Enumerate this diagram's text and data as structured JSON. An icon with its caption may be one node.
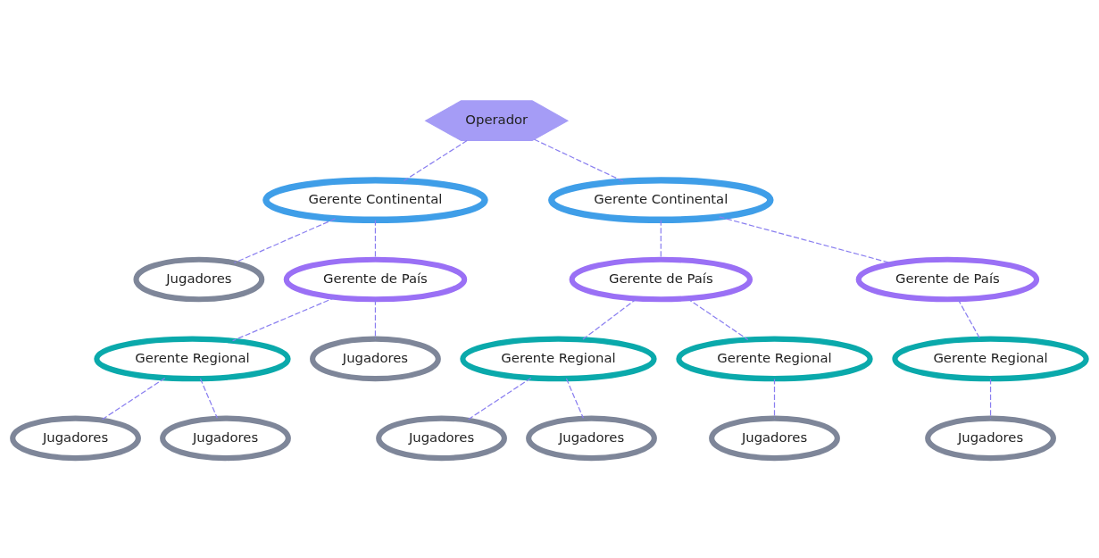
{
  "diagram": {
    "nodes": [
      {
        "text": [
          "Operador"
        ]
      },
      {
        "text": [
          "Gerente Continental"
        ]
      },
      {
        "text": [
          "Gerente Continental"
        ]
      },
      {
        "text": [
          "Jugadores"
        ]
      },
      {
        "text": [
          "Gerente de País"
        ]
      },
      {
        "text": [
          "Gerente Regional"
        ]
      },
      {
        "text": [
          "Jugadores"
        ]
      },
      {
        "text": [
          "Jugadores"
        ]
      },
      {
        "text": [
          "Jugadores"
        ]
      },
      {
        "text": [
          "Gerente de País"
        ]
      },
      {
        "text": [
          "Gerente de País"
        ]
      },
      {
        "text": [
          "Gerente Regional"
        ]
      },
      {
        "text": [
          "Gerente Regional"
        ]
      },
      {
        "text": [
          "Gerente Regional"
        ]
      },
      {
        "text": [
          "Jugadores"
        ]
      },
      {
        "text": [
          "Jugadores"
        ]
      },
      {
        "text": [
          "Jugadores"
        ]
      },
      {
        "text": [
          "Jugadores"
        ]
      }
    ],
    "edges": [
      {
        "from": 0,
        "to": 1,
        "arrow": "none",
        "style": "dashed"
      },
      {
        "from": 0,
        "to": 2,
        "arrow": "none",
        "style": "dashed"
      },
      {
        "from": 1,
        "to": 3,
        "arrow": "none",
        "style": "dashed"
      },
      {
        "from": 1,
        "to": 4,
        "arrow": "none",
        "style": "dashed"
      },
      {
        "from": 4,
        "to": 5,
        "arrow": "none",
        "style": "dashed"
      },
      {
        "from": 4,
        "to": 6,
        "arrow": "none",
        "style": "dashed"
      },
      {
        "from": 5,
        "to": 7,
        "arrow": "none",
        "style": "dashed"
      },
      {
        "from": 5,
        "to": 8,
        "arrow": "none",
        "style": "dashed"
      },
      {
        "from": 2,
        "to": 9,
        "arrow": "none",
        "style": "dashed"
      },
      {
        "from": 2,
        "to": 10,
        "arrow": "none",
        "style": "dashed"
      },
      {
        "from": 9,
        "to": 11,
        "arrow": "none",
        "style": "dashed"
      },
      {
        "from": 9,
        "to": 12,
        "arrow": "none",
        "style": "dashed"
      },
      {
        "from": 10,
        "to": 13,
        "arrow": "none",
        "style": "dashed"
      },
      {
        "from": 11,
        "to": 14,
        "arrow": "none",
        "style": "dashed"
      },
      {
        "from": 11,
        "to": 15,
        "arrow": "none",
        "style": "dashed"
      },
      {
        "from": 12,
        "to": 16,
        "arrow": "none",
        "style": "dashed"
      },
      {
        "from": 13,
        "to": 17,
        "arrow": "none",
        "style": "dashed"
      }
    ]
  }
}
